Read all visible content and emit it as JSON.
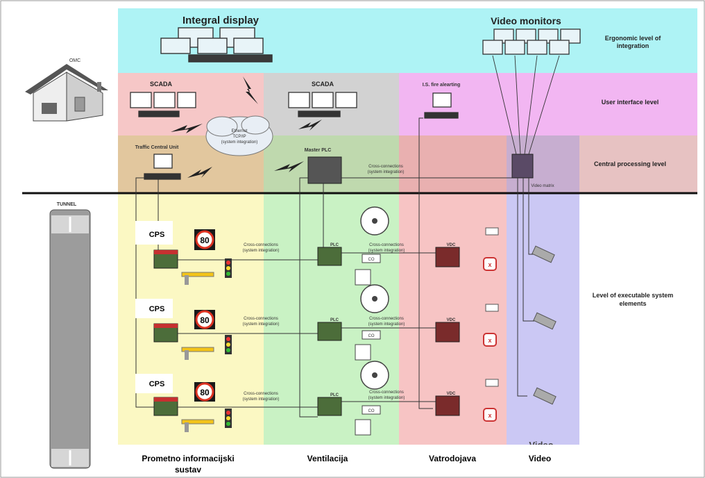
{
  "header": {
    "omc": "OMC",
    "integral_display": "Integral display",
    "video_monitors": "Video monitors",
    "scada_left": "SCADA",
    "scada_center": "SCADA",
    "fire_alerting": "I.S. fire alearting",
    "traffic_central_unit": "Traffic Central Unit",
    "master_plc": "Master PLC",
    "ethernet": "Ethernet",
    "tcpip": "TCP/IP",
    "system_integration_paren": "(system integration)",
    "video_matrix": "Video matrix",
    "tunnel": "TUNNEL"
  },
  "levels": {
    "ergonomic_1": "Ergonomic level of",
    "ergonomic_2": "integration",
    "user_interface": "User interface level",
    "central_processing": "Central processing level",
    "executable_1": "Level of executable system",
    "executable_2": "elements"
  },
  "cross_connections": {
    "line1": "Cross-connections",
    "line2": "(system integration)"
  },
  "rows": {
    "cps": "CPS",
    "speed": "80",
    "plc": "PLC",
    "co": "CO",
    "vdc": "VDC",
    "x_mark": "x"
  },
  "columns": {
    "traffic_1": "Prometno informacijski",
    "traffic_2": "sustav",
    "ventilation": "Ventilacija",
    "fire": "Vatrodojava",
    "video": "Video",
    "video_cut": "Video"
  }
}
